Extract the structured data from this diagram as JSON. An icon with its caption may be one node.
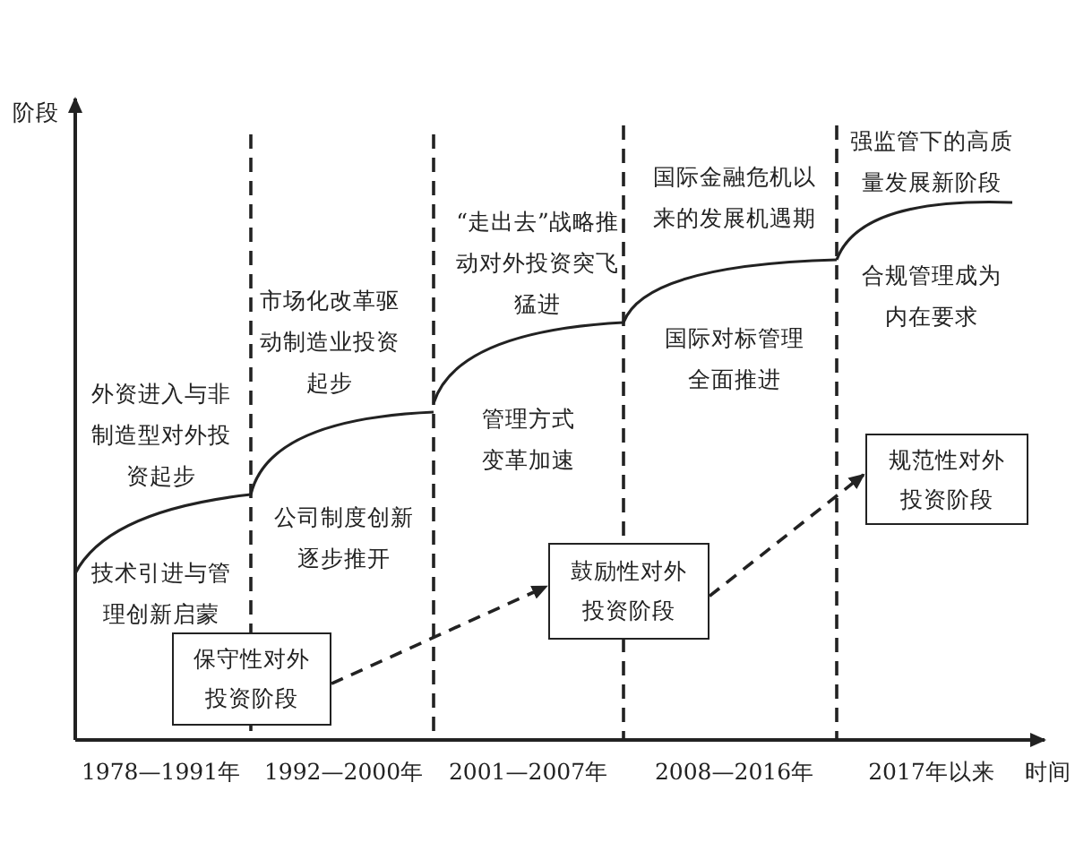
{
  "diagram": {
    "nodes": [
      {
        "text": [
          "保守性对外投资阶段"
        ]
      },
      {
        "text": [
          "鼓励性对外投资阶段"
        ]
      },
      {
        "text": [
          "规范性对外投资阶段"
        ]
      }
    ],
    "edges": [
      {
        "from": 0,
        "to": 1,
        "arrow": "to",
        "style": "dashed"
      },
      {
        "from": 1,
        "to": 2,
        "arrow": "to",
        "style": "dashed"
      }
    ],
    "labels": [
      "阶段",
      "强监管下的高质量发展新阶段",
      "国际金融危机以来的发展机遇期",
      "“走出去”战略推动对外投资突飞猛进",
      "合规管理成为内在要求",
      "市场化改革驱动制造业投资起步",
      "国际对标管理全面推进",
      "外资进入与非制造型对外投资起步",
      "管理方式变革加速",
      "公司制度创新逐步推开",
      "技术引进与管理创新启蒙",
      "1978—1991年",
      "1992—2000年",
      "2001—2007年",
      "2008—2016年",
      "2017年以来",
      "时间"
    ]
  }
}
